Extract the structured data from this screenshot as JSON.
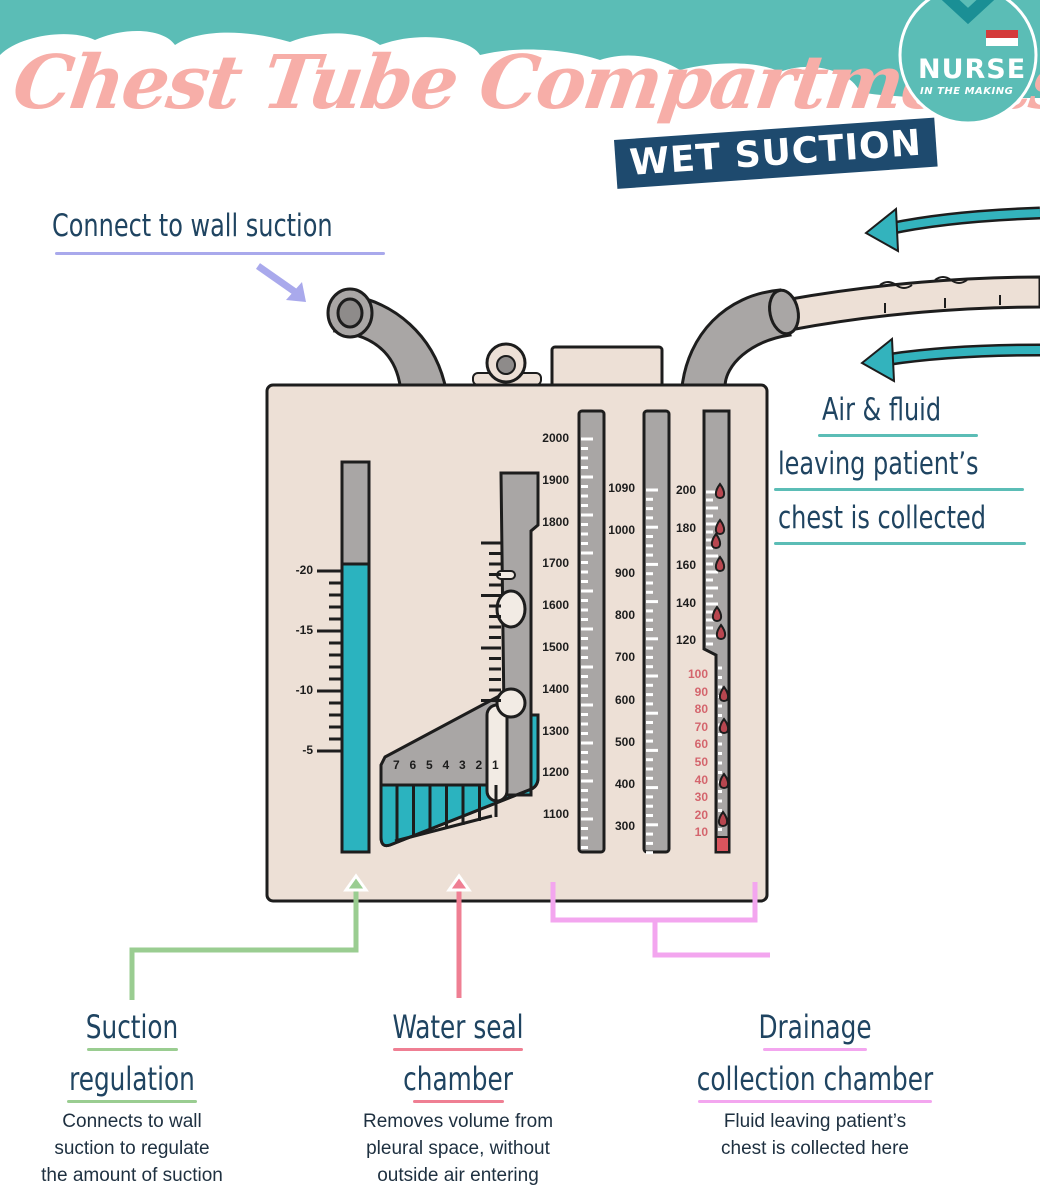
{
  "title": "Chest Tube Compartments",
  "badge": "WET SUCTION",
  "logo": {
    "main": "NURSE",
    "sub": "IN THE MAKING",
    "mark": "®"
  },
  "annotations": {
    "wall_suction": "Connect to wall suction",
    "air_fluid": [
      "Air & fluid",
      "leaving patient’s",
      "chest is collected"
    ]
  },
  "chambers": [
    {
      "id": "suction-regulation",
      "title_lines": [
        "Suction",
        "regulation"
      ],
      "description_lines": [
        "Connects to wall",
        "suction to regulate",
        "the amount of suction"
      ],
      "pointer_color": "#9acd91"
    },
    {
      "id": "water-seal",
      "title_lines": [
        "Water seal",
        "chamber"
      ],
      "description_lines": [
        "Removes volume from",
        "pleural space, without",
        "outside air entering"
      ],
      "pointer_color": "#ef7f93"
    },
    {
      "id": "drainage-collection",
      "title_lines": [
        "Drainage",
        "collection chamber"
      ],
      "description_lines": [
        "Fluid leaving patient’s",
        "chest is collected here"
      ],
      "pointer_color": "#f3a6ef"
    }
  ],
  "gauges": {
    "suction_scale": [
      "-20",
      "-15",
      "-10",
      "-5"
    ],
    "suction_level_cmH2O": -20,
    "water_seal_scale": [
      "7",
      "6",
      "5",
      "4",
      "3",
      "2",
      "1"
    ],
    "collection_1_scale": [
      "2000",
      "1900",
      "1800",
      "1700",
      "1600",
      "1500",
      "1400",
      "1300",
      "1200",
      "1100"
    ],
    "collection_2_scale": [
      "1090",
      "1000",
      "900",
      "800",
      "700",
      "600",
      "500",
      "400",
      "300"
    ],
    "collection_3_upper_scale": [
      "200",
      "180",
      "160",
      "140",
      "120"
    ],
    "collection_3_lower_scale": [
      "100",
      "90",
      "80",
      "70",
      "60",
      "50",
      "40",
      "30",
      "20",
      "10"
    ]
  },
  "colors": {
    "header_teal": "#5bbdb6",
    "title_pink": "#f7aea8",
    "badge_navy": "#1e4a6e",
    "text_navy": "#1f4461",
    "device_beige": "#ede0d6",
    "tube_gray": "#a9a6a5",
    "fluid_teal": "#2bb3bf",
    "blood_red": "#d9545d",
    "arrow_teal": "#33b3bd",
    "arrow_lavender": "#a9a9ec"
  }
}
